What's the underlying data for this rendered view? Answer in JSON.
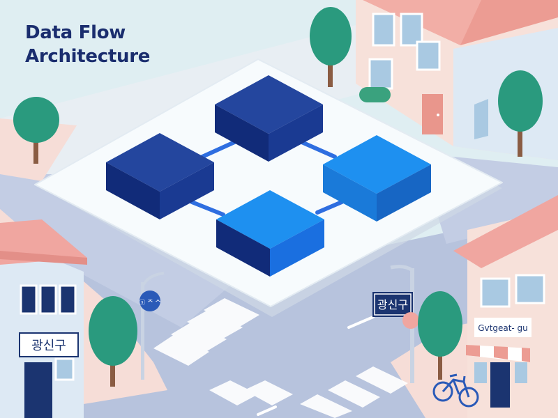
{
  "title": {
    "line1": "Data Flow",
    "line2": "Architecture"
  },
  "signs": {
    "left_building_sign": "광신구",
    "street_sign": "광신구",
    "round_sign": "ⓢ ᄌ ᄉ",
    "shop_sign": "Gvtgeat- gu"
  },
  "colors": {
    "sky": "#dfeef2",
    "road": "#b9c4dc",
    "platform": "#f7fbfd",
    "block_dark": "#1b3a9a",
    "block_light": "#1e90f0",
    "connector": "#2f6ee0",
    "tree": "#2a9a7e",
    "roof": "#f0a6a0"
  },
  "blocks": [
    {
      "name": "block-top",
      "tone": "dark"
    },
    {
      "name": "block-left",
      "tone": "dark"
    },
    {
      "name": "block-right",
      "tone": "light"
    },
    {
      "name": "block-bottom",
      "tone": "light"
    }
  ]
}
